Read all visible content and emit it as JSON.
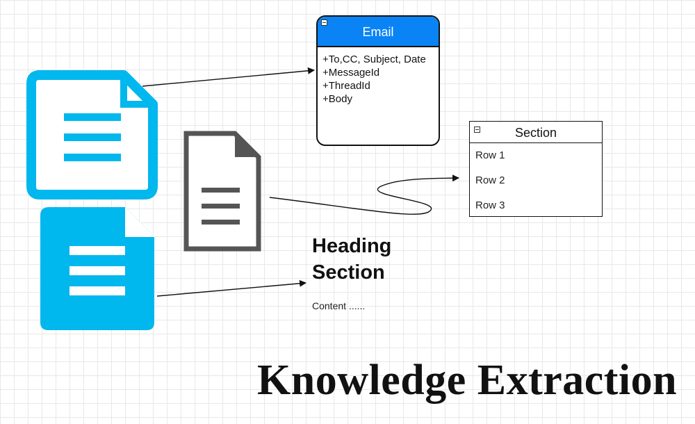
{
  "email": {
    "title": "Email",
    "fields": [
      "+To,CC, Subject, Date",
      "+MessageId",
      "+ThreadId",
      "+Body"
    ]
  },
  "section": {
    "title": "Section",
    "rows": [
      "Row 1",
      "Row 2",
      "Row 3"
    ]
  },
  "text_block": {
    "heading_line1": "Heading",
    "heading_line2": "Section",
    "content": "Content ......"
  },
  "title": "Knowledge Extraction",
  "colors": {
    "email_header": "#0a84f5",
    "doc_blue": "#00b7ee",
    "doc_gray": "#555555"
  },
  "icons": [
    "document-outline-icon",
    "document-filled-icon",
    "document-gray-icon"
  ]
}
